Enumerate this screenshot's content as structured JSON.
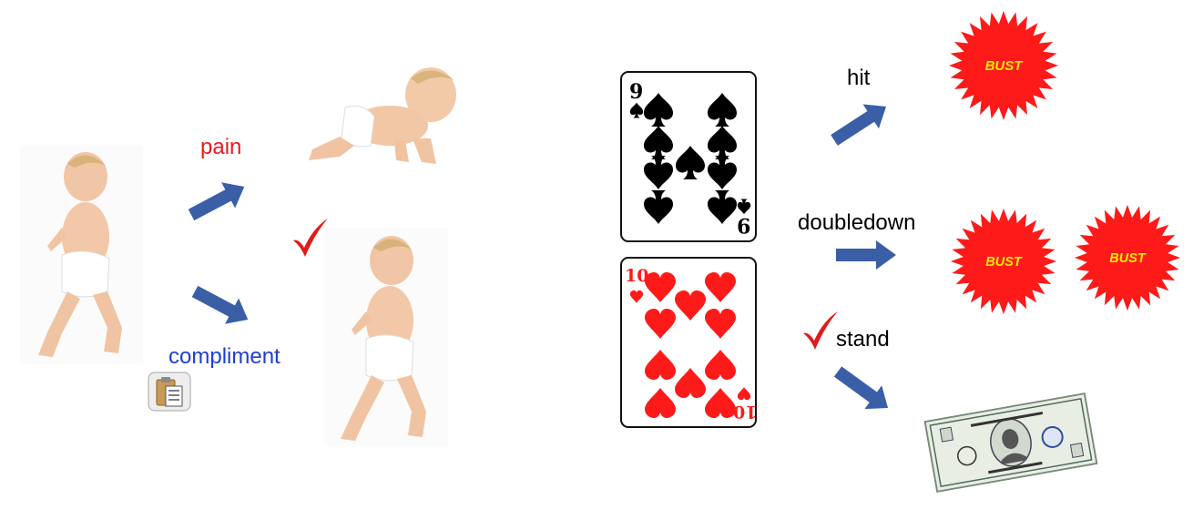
{
  "left_diagram": {
    "label_pain": "pain",
    "label_compliment": "compliment",
    "colors": {
      "pain": "#e81b1b",
      "compliment": "#1f3fcf",
      "arrow": "#3a5fa6",
      "check": "#e21a1a"
    },
    "icons": [
      "baby-walking-image",
      "baby-crawling-image",
      "checkmark-icon",
      "clipboard-icon"
    ]
  },
  "right_diagram": {
    "card_top": {
      "rank": "9",
      "suit": "spades",
      "color": "#000000"
    },
    "card_bottom": {
      "rank": "10",
      "suit": "hearts",
      "color": "#ff1a1a"
    },
    "actions": {
      "hit": "hit",
      "doubledown": "doubledown",
      "stand": "stand"
    },
    "bust_label": "BUST",
    "colors": {
      "bust_fill": "#ff1a1a",
      "bust_text": "#ffea00",
      "arrow": "#3a5fa6",
      "check": "#e21a1a"
    },
    "icons": [
      "spade-icon",
      "heart-icon",
      "bust-starburst-icon",
      "dollar-bill-image",
      "checkmark-icon"
    ]
  }
}
